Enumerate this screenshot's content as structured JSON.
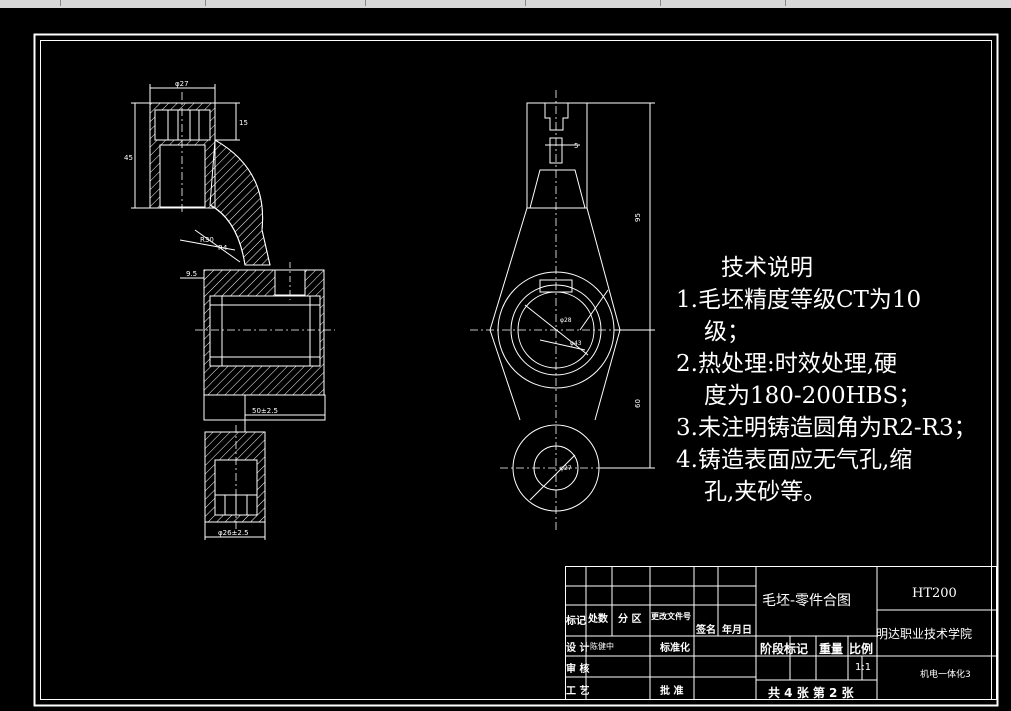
{
  "notes": {
    "title": "技术说明",
    "items": [
      [
        "1.毛坯精度等级CT为10",
        "级；"
      ],
      [
        "2.热处理:时效处理,硬",
        "度为180-200HBS；"
      ],
      [
        "3.未注明铸造圆角为R2-R3；"
      ],
      [
        "4.铸造表面应无气孔,缩",
        "孔,夹砂等。"
      ]
    ]
  },
  "dims": {
    "d27": "φ27",
    "d15": "15",
    "d45": "45",
    "r30": "R30",
    "r4": "R4",
    "d9_5": "9.5",
    "d50": "50±2.5",
    "d26": "φ26±2.5",
    "d5": "5",
    "d95": "95",
    "d60": "60",
    "d28": "φ28",
    "d43": "φ43",
    "d27b": "φ27"
  },
  "title_block": {
    "drawing_name": "毛坯-零件合图",
    "material": "HT200",
    "school": "明达职业技术学院",
    "class": "机电一体化3",
    "mark": "标记",
    "count": "处数",
    "zone": "分 区",
    "doc_no": "更改文件号",
    "sign": "签名",
    "date": "年月日",
    "design": "设 计",
    "designer": "陈健中",
    "standard": "标准化",
    "review": "审 核",
    "process": "工 艺",
    "approve": "批 准",
    "stage": "阶段标记",
    "weight": "重量",
    "scale_label": "比例",
    "scale": "1:1",
    "sheets": "共 4 张  第 2 张"
  }
}
